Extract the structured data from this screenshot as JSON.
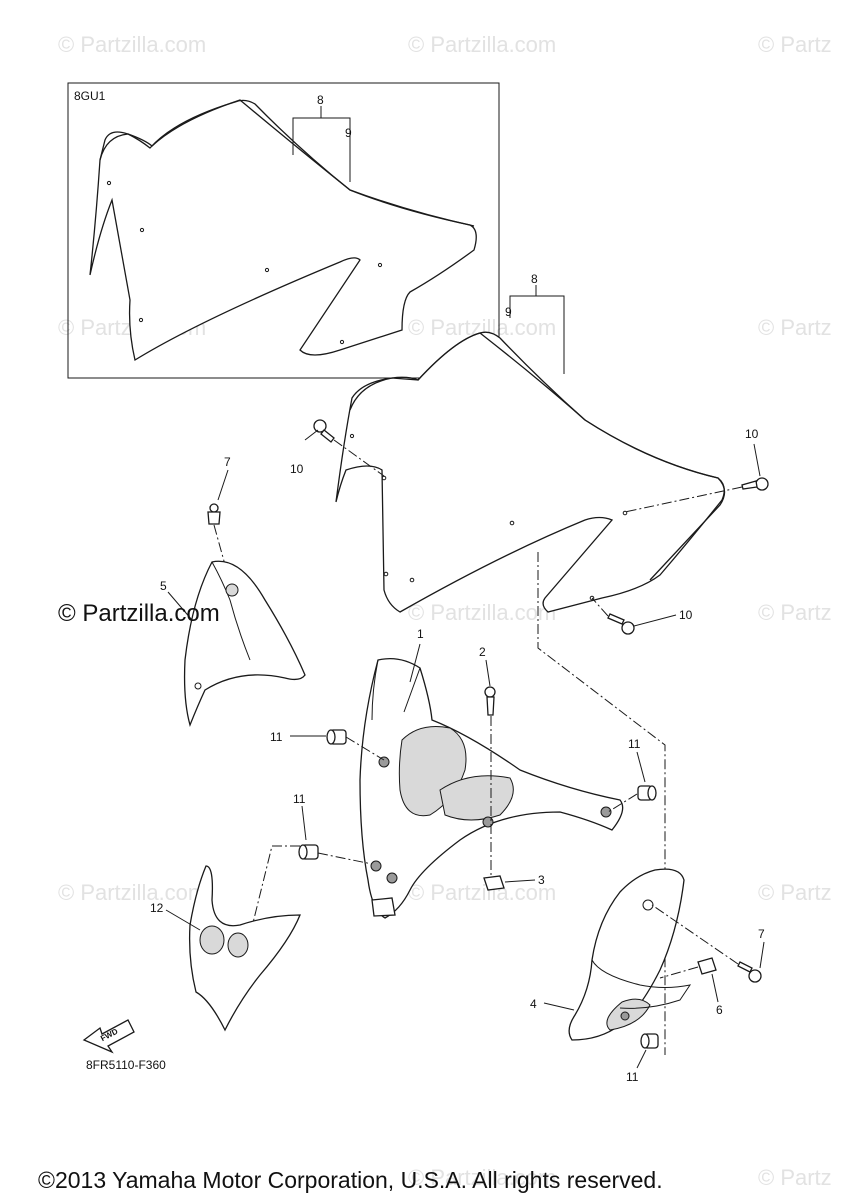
{
  "inset": {
    "code": "8GU1"
  },
  "part_numbers": {
    "p1": "1",
    "p2": "2",
    "p3": "3",
    "p4": "4",
    "p5": "5",
    "p6": "6",
    "p7": "7",
    "p8": "8",
    "p9": "9",
    "p10": "10",
    "p11": "11",
    "p12": "12"
  },
  "watermark": {
    "text": "© Partzilla.com",
    "partial": "© Partz"
  },
  "fwd_label": "FWD",
  "diagram_code": "8FR5110-F360",
  "copyright": "©2013 Yamaha Motor Corporation, U.S.A. All rights reserved."
}
